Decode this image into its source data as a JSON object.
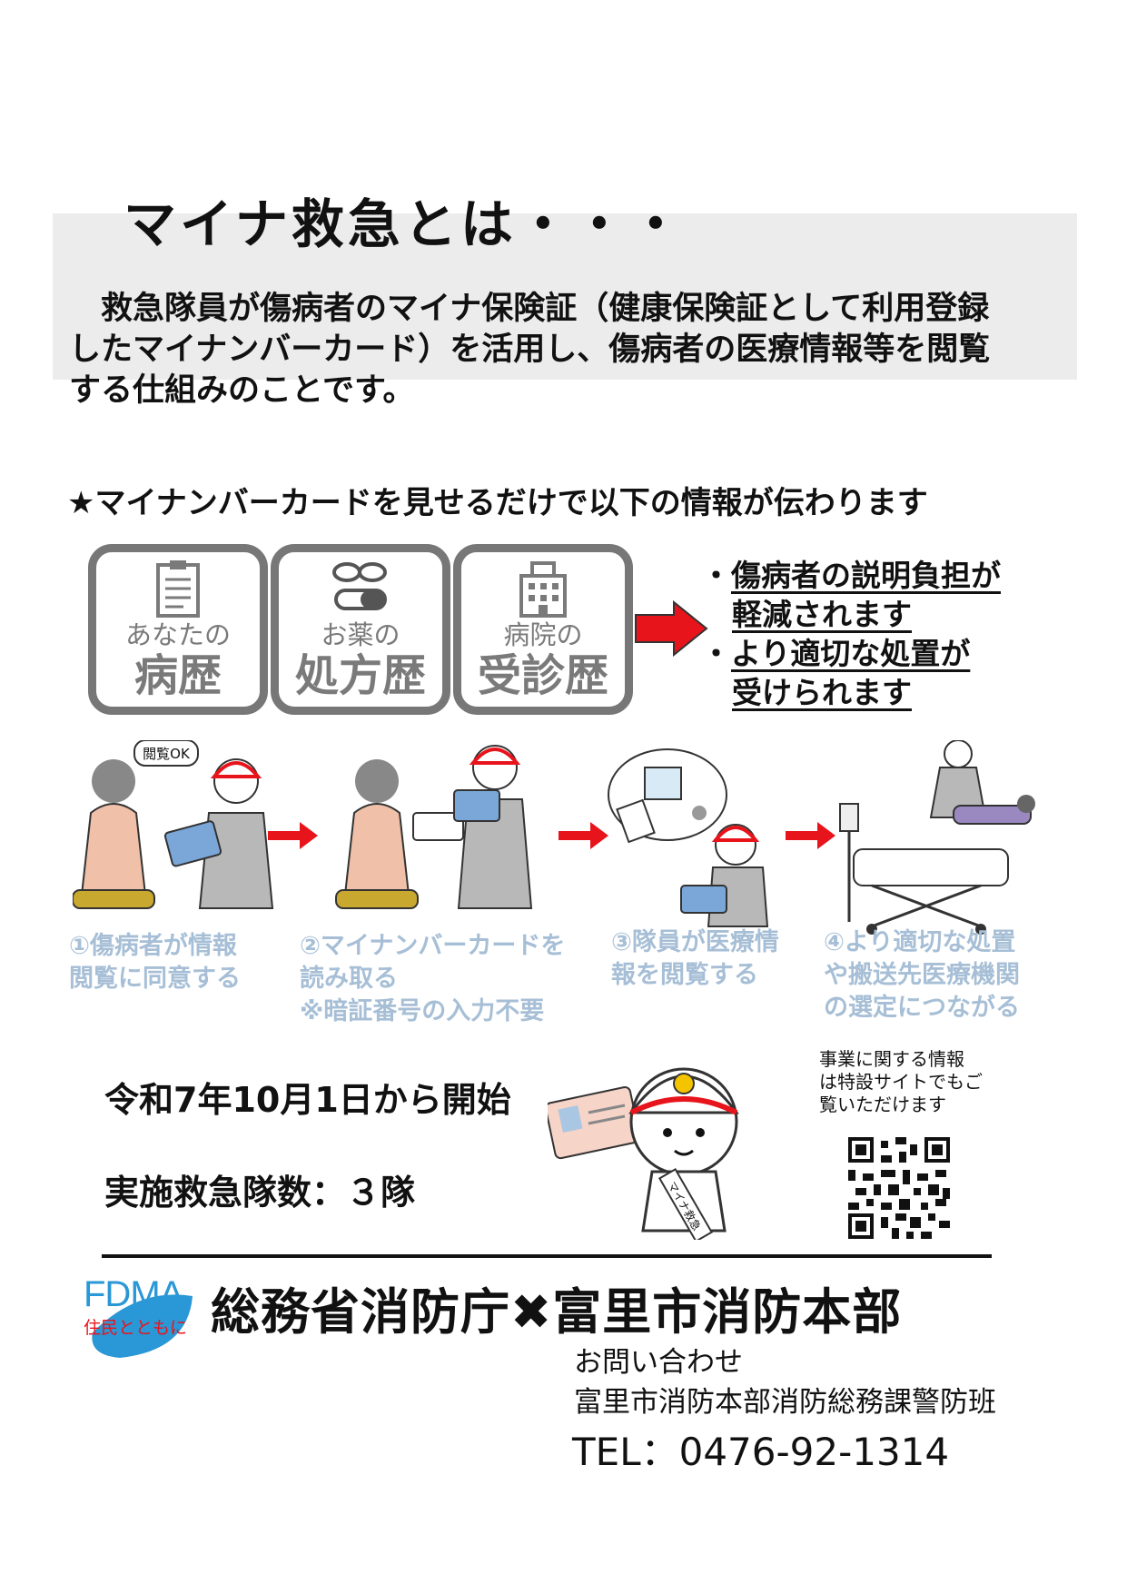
{
  "title": "マイナ救急とは・・・",
  "intro": {
    "line1": "　救急隊員が傷病者のマイナ保険証（健康保険証として利用登録",
    "line2": "したマイナンバーカード）を活用し、傷病者の医療情報等を閲覧",
    "line3": "する仕組みのことです。"
  },
  "star_heading": "★マイナンバーカードを見せるだけで以下の情報が伝わります",
  "cards": [
    {
      "sub": "あなたの",
      "big": "病歴",
      "icon": "clipboard-icon"
    },
    {
      "sub": "お薬の",
      "big": "処方歴",
      "icon": "pills-icon"
    },
    {
      "sub": "病院の",
      "big": "受診歴",
      "icon": "hospital-icon"
    }
  ],
  "benefits": {
    "b1_line1": "傷病者の説明負担が",
    "b1_line2": "軽減されます",
    "b2_line1": "より適切な処置が",
    "b2_line2": "受けられます",
    "bullet": "・"
  },
  "illustration": {
    "bubble": "閲覧OK"
  },
  "steps": [
    {
      "line1": "①傷病者が情報",
      "line2": "閲覧に同意する",
      "line3": ""
    },
    {
      "line1": "②マイナンバーカードを",
      "line2": "読み取る",
      "line3": "※暗証番号の入力不要"
    },
    {
      "line1": "③隊員が医療情",
      "line2": "報を閲覧する",
      "line3": ""
    },
    {
      "line1": "④より適切な処置",
      "line2": "や搬送先医療機関",
      "line3": "の選定につながる"
    }
  ],
  "start_date": "令和7年10月1日から開始",
  "teams": "実施救急隊数：３隊",
  "mascot_sash": "マイナ救急",
  "qr_text": {
    "line1": "事業に関する情報",
    "line2": "は特設サイトでもご",
    "line3": "覧いただけます"
  },
  "logo": {
    "main": "FDMA",
    "sub": "住民とともに"
  },
  "org_line": "総務省消防庁✖富里市消防本部",
  "contact": {
    "label": "お問い合わせ",
    "dept": "富里市消防本部消防総務課警防班",
    "tel": "TEL：0476-92-1314"
  },
  "colors": {
    "arrow_red": "#e8141b",
    "step_text": "#a7bfd6",
    "card_border": "#777777",
    "band_gray": "#ececec",
    "logo_blue": "#2a97d6",
    "logo_red": "#e8141b"
  }
}
